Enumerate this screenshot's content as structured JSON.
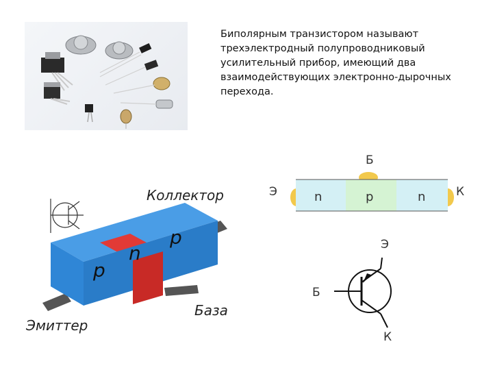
{
  "definition": "Биполярным транзистором называют трехэлектродный полупроводниковый усилительный прибор, имеющий два взаимодействующих электронно-дырочных перехода.",
  "slab_diagram": {
    "collector_label": "Коллектор",
    "emitter_label": "Эмиттер",
    "base_label": "База",
    "left_region": "p",
    "middle_region": "n",
    "right_region": "p"
  },
  "strip_diagram": {
    "top_label": "Б",
    "left_label": "Э",
    "right_label": "К",
    "regions": [
      "n",
      "p",
      "n"
    ]
  },
  "symbol": {
    "top_label": "Э",
    "left_label": "Б",
    "bottom_label": "К"
  },
  "colors": {
    "slab_blue": "#3a8fdc",
    "slab_red": "#e0312f",
    "strip_n": "#d4f0f5",
    "strip_p": "#d5f3d3",
    "contact": "#f2c94c"
  }
}
